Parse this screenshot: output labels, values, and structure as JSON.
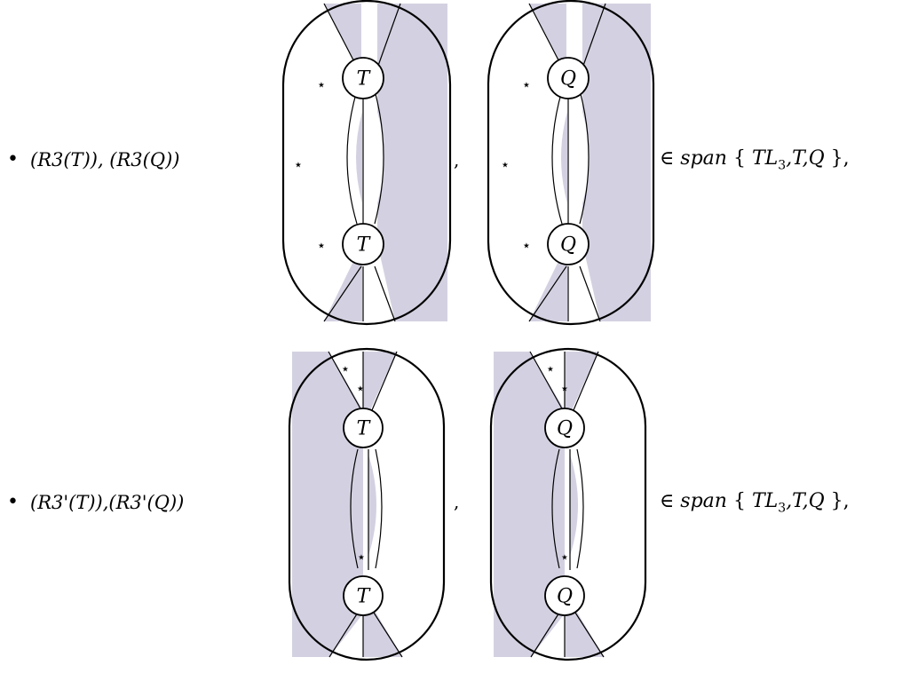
{
  "rows": [
    {
      "bullet": "•",
      "label": "(R3(T)), (R3(Q))",
      "comma": ",",
      "relation": {
        "symbol": "∈",
        "span": "span",
        "open": "{",
        "base": "TL",
        "sub": "3",
        "rest": ",T,Q",
        "close": "},"
      }
    },
    {
      "bullet": "•",
      "label": "(R3'(T)),(R3'(Q))",
      "comma": ",",
      "relation": {
        "symbol": "∈",
        "span": "span",
        "open": "{",
        "base": "TL",
        "sub": "3",
        "rest": ",T,Q",
        "close": "},"
      }
    }
  ],
  "diagrams": [
    {
      "top": "T",
      "bottom": "T"
    },
    {
      "top": "Q",
      "bottom": "Q"
    },
    {
      "top": "T",
      "bottom": "T"
    },
    {
      "top": "Q",
      "bottom": "Q"
    }
  ],
  "star": "⋆",
  "colors": {
    "shade": "#d3d1e1",
    "stroke": "#000000"
  }
}
